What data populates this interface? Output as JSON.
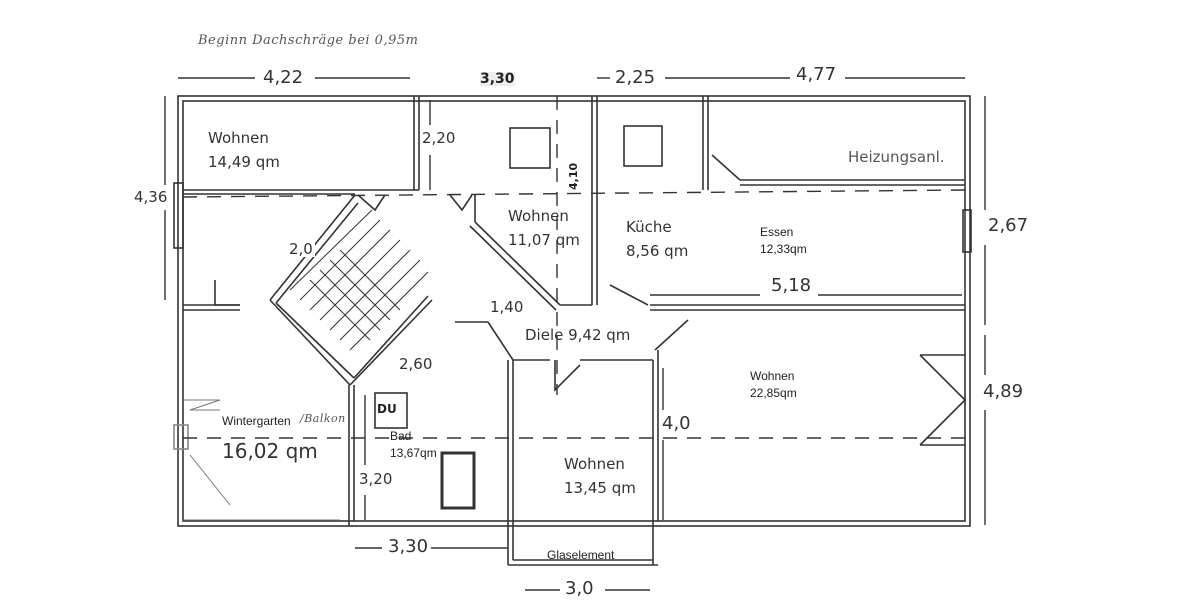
{
  "header": {
    "note": "Beginn Dachschräge bei 0,95m"
  },
  "dimensions": {
    "top": [
      "4,22",
      "3,30",
      "2,25",
      "4,77"
    ],
    "left": "4,36",
    "right_upper": "2,67",
    "right_lower": "4,89",
    "bottom_left": "3,30",
    "bottom_center": "3,0",
    "inner": {
      "d_2_20": "2,20",
      "d_2_0": "2,0",
      "d_1_40": "1,40",
      "d_2_60": "2,60",
      "d_5_18": "5,18",
      "d_4_0": "4,0",
      "d_3_20": "3,20",
      "d_4_10": "4,10"
    }
  },
  "rooms": {
    "wohnen_1": {
      "name": "Wohnen",
      "area": "14,49 qm"
    },
    "wohnen_2": {
      "name": "Wohnen",
      "area": "11,07 qm"
    },
    "kueche": {
      "name": "Küche",
      "area": "8,56 qm"
    },
    "essen": {
      "name": "Essen",
      "area": "12,33qm"
    },
    "heizung": {
      "name": "Heizungsanl."
    },
    "diele": {
      "name": "Diele 9,42 qm"
    },
    "wohnen_3": {
      "name": "Wohnen",
      "area": "22,85qm"
    },
    "wohnen_4": {
      "name": "Wohnen",
      "area": "13,45 qm"
    },
    "wintergarten": {
      "name": "Wintergarten",
      "suffix": "/Balkon",
      "area": "16,02 qm"
    },
    "bad": {
      "name": "Bad",
      "area": "13,67qm",
      "shower": "DU"
    }
  },
  "fixtures": {
    "glaselement": "Glaselement"
  }
}
